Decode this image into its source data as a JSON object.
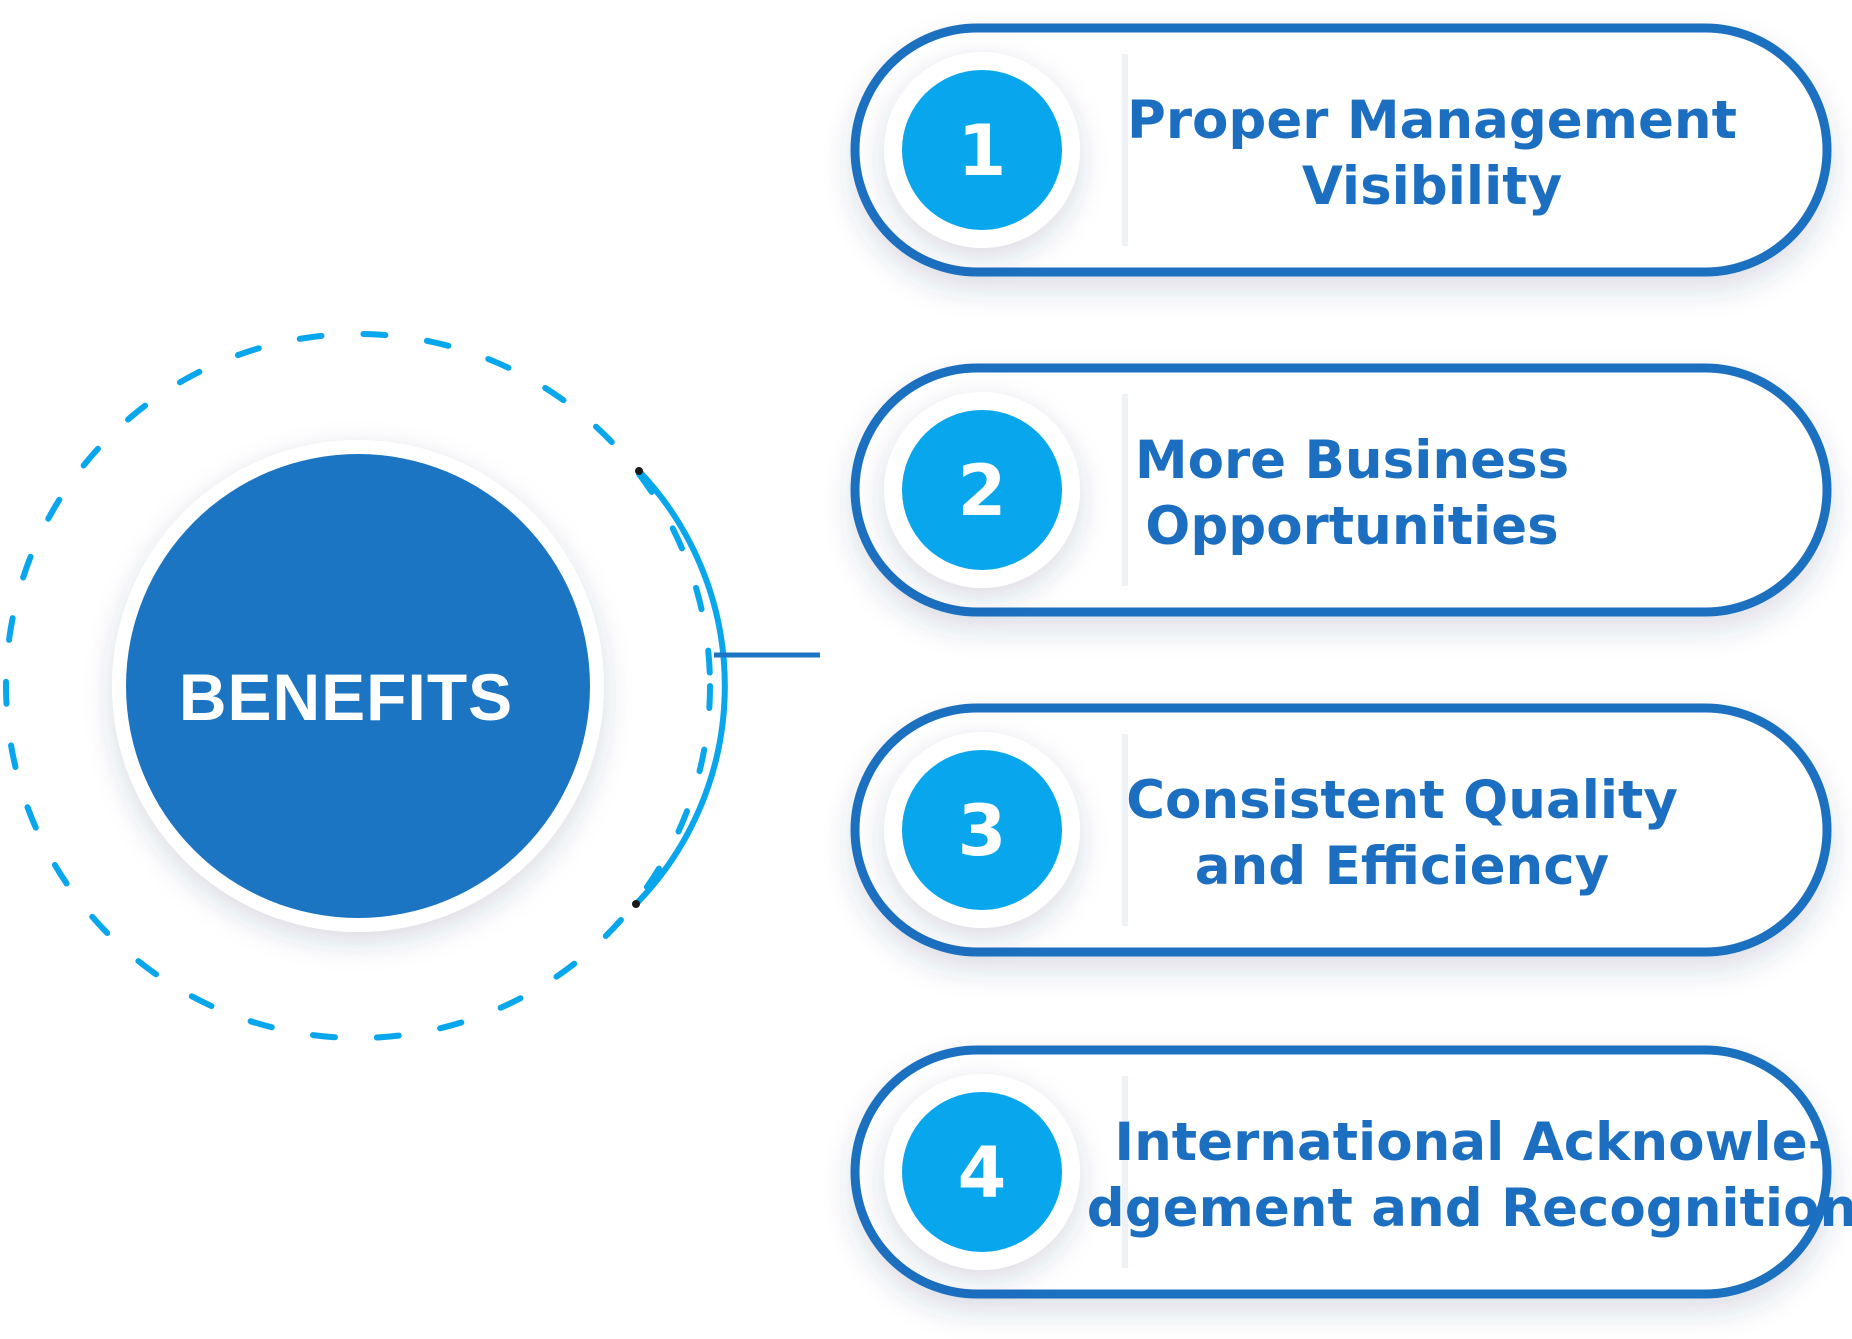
{
  "center": {
    "label": "BENEFITS"
  },
  "items": [
    {
      "number": "1",
      "lines": [
        "Proper Management",
        "Visibility"
      ]
    },
    {
      "number": "2",
      "lines": [
        "More Business",
        "Opportunities"
      ]
    },
    {
      "number": "3",
      "lines": [
        "Consistent Quality",
        "and Efficiency"
      ]
    },
    {
      "number": "4",
      "lines": [
        "International Acknowle-",
        "dgement and Recognition"
      ]
    }
  ],
  "colors": {
    "primary_blue": "#1c75c2",
    "light_blue": "#08a6ec",
    "pill_border": "#1c6fc0",
    "item_text": "#1c6fc0",
    "center_text": "#ffffff",
    "number_text": "#ffffff"
  }
}
